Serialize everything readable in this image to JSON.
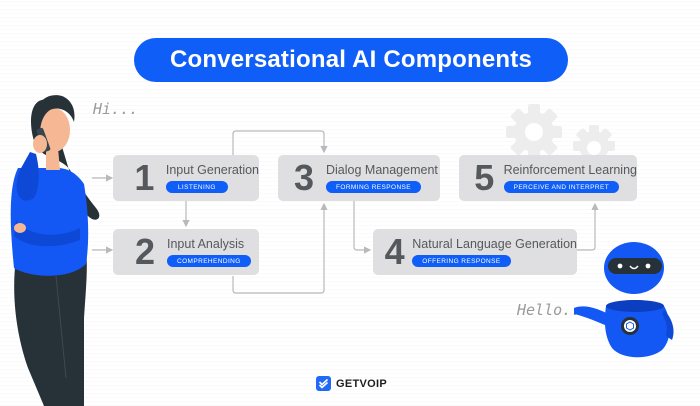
{
  "header": {
    "title": "Conversational AI Components"
  },
  "speech": {
    "user": "Hi...",
    "bot": "Hello..."
  },
  "steps": [
    {
      "number": "1",
      "label": "Input Generation",
      "tag": "LISTENING"
    },
    {
      "number": "2",
      "label": "Input Analysis",
      "tag": "COMPREHENDING"
    },
    {
      "number": "3",
      "label": "Dialog Management",
      "tag": "FORMING RESPONSE"
    },
    {
      "number": "4",
      "label": "Natural Language Generation",
      "tag": "OFFERING RESPONSE"
    },
    {
      "number": "5",
      "label": "Reinforcement Learning",
      "tag": "PERCEIVE AND INTERPRET"
    }
  ],
  "flow": [
    "1→2",
    "2→3",
    "1→3",
    "3→4",
    "4→5"
  ],
  "brand": {
    "name": "GETVOIP"
  },
  "colors": {
    "accent": "#0f5ef7",
    "card": "#dfdfe1",
    "card_text": "#55585d",
    "connector": "#b9b9bb",
    "figure_dark": "#263238",
    "skin": "#f6b894"
  },
  "icons": [
    "woman-on-phone-illustration",
    "robot-illustration",
    "gears-icon",
    "getvoip-checkmark-logo"
  ]
}
